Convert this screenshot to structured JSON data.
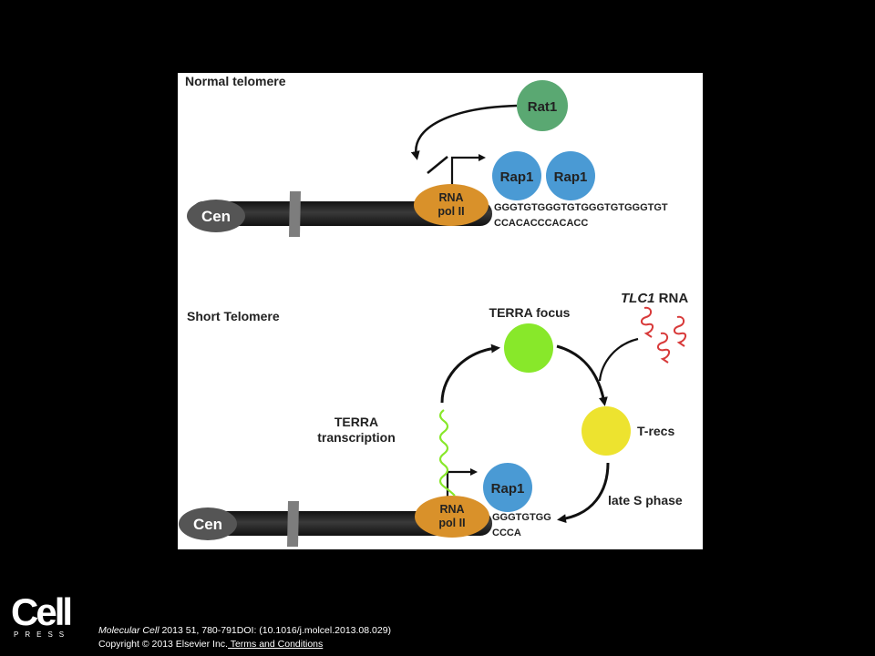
{
  "figure": {
    "normal": {
      "title": "Normal telomere",
      "cen": "Cen",
      "rat1": "Rat1",
      "rap1_a": "Rap1",
      "rap1_b": "Rap1",
      "pol_line1": "RNA",
      "pol_line2": "pol II",
      "seq_top": "GGGTGTGGGTGTGGGTGTGGGTGT",
      "seq_bottom": "CCACACCCACACC"
    },
    "short": {
      "title": "Short Telomere",
      "cen": "Cen",
      "rap1": "Rap1",
      "pol_line1": "RNA",
      "pol_line2": "pol II",
      "seq_top": "GGGTGTGG",
      "seq_bottom": "CCCA",
      "terra_focus": "TERRA focus",
      "tlc1_italic": "TLC1",
      "tlc1_rest": " RNA",
      "terra_trans_line1": "TERRA",
      "terra_trans_line2": "transcription",
      "trecs": "T-recs",
      "late_s": "late S phase"
    },
    "colors": {
      "rat1": "#5aa872",
      "rap1": "#4a9ad4",
      "pol": "#d9912a",
      "terra_focus": "#88e82a",
      "trecs": "#ede32f",
      "tlc1": "#d83a3a"
    }
  },
  "logo": {
    "word": "Cell",
    "press": "PRESS"
  },
  "citation": {
    "journal": "Molecular Cell",
    "details": " 2013 51, 780-791DOI: (10.1016/j.molcel.2013.08.029)",
    "copyright": "Copyright © 2013 Elsevier Inc.",
    "terms": " Terms and Conditions"
  }
}
